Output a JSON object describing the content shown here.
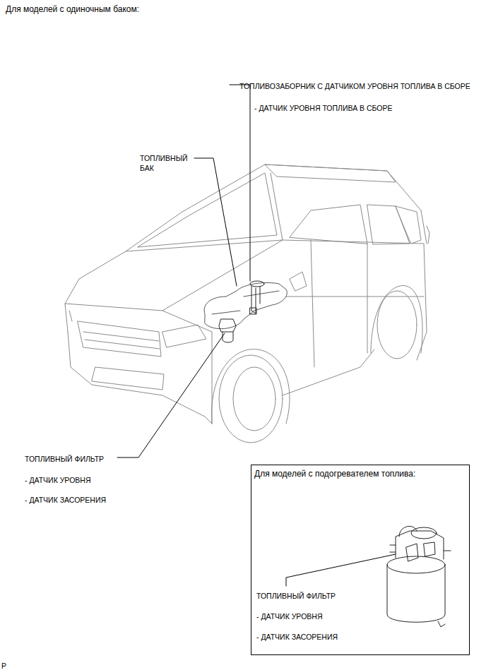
{
  "diagram": {
    "title": "Для моделей с одиночным баком:",
    "nodes": [
      {
        "text": [
          "Для моделей с подогревателем топлива:",
          "ТОПЛИВНЫЙ ФИЛЬТР",
          "- ДАТЧИК УРОВНЯ",
          "- ДАТЧИК ЗАСОРЕНИЯ"
        ]
      }
    ],
    "labels": [
      "ТОПЛИВОЗАБОРНИК С ДАТЧИКОМ УРОВНЯ ТОПЛИВА В СБОРЕ",
      "- ДАТЧИК УРОВНЯ ТОПЛИВА В СБОРЕ",
      "ТОПЛИВНЫЙ БАК",
      "ТОПЛИВНЫЙ ФИЛЬТР",
      "- ДАТЧИК УРОВНЯ",
      "- ДАТЧИК ЗАСОРЕНИЯ",
      "P"
    ]
  }
}
